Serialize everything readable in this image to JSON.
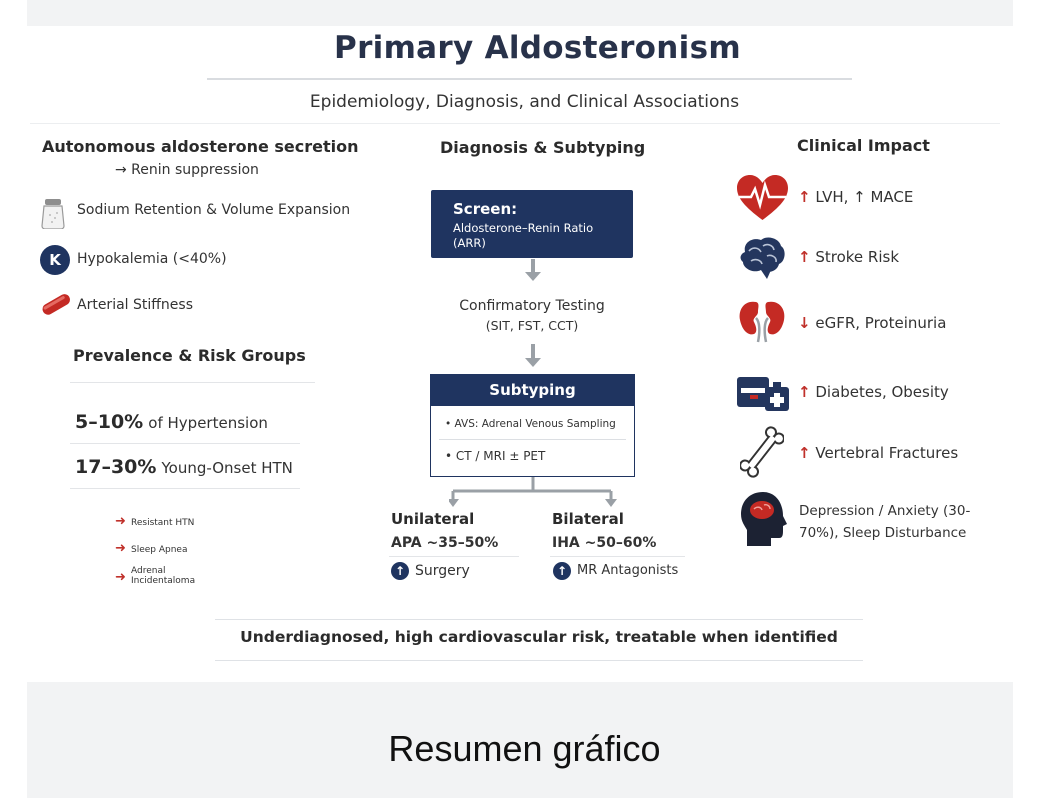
{
  "title": "Primary Aldosteronism",
  "subtitle": "Epidemiology, Diagnosis, and Clinical Associations",
  "left": {
    "heading1": "Autonomous aldosterone secretion",
    "heading1_sub": "→ Renin suppression",
    "items": [
      {
        "icon": "salt-shaker-icon",
        "text": "Sodium Retention & Volume Expansion"
      },
      {
        "icon": "potassium-k-icon",
        "icon_text": "K",
        "text": "Hypokalemia (<40%)"
      },
      {
        "icon": "artery-icon",
        "text": "Arterial Stiffness"
      }
    ],
    "heading2": "Prevalence & Risk Groups",
    "prev1_value": "5–10%",
    "prev1_text": "of Hypertension",
    "prev2_value": "17–30%",
    "prev2_text": "Young-Onset HTN",
    "risk_groups": [
      "Resistant HTN",
      "Sleep Apnea",
      "Adrenal Incidentaloma"
    ]
  },
  "middle": {
    "heading": "Diagnosis & Subtyping",
    "screen_title": "Screen:",
    "screen_text": "Aldosterone–Renin Ratio (ARR)",
    "confirm_title": "Confirmatory Testing",
    "confirm_text": "(SIT, FST, CCT)",
    "subtyping_title": "Subtyping",
    "subtyping_items": [
      "• AVS: Adrenal Venous Sampling",
      "• CT / MRI ± PET"
    ],
    "unilateral_title": "Unilateral",
    "unilateral_value": "APA ~35–50%",
    "unilateral_treatment": "Surgery",
    "bilateral_title": "Bilateral",
    "bilateral_value": "IHA ~50–60%",
    "bilateral_treatment": "MR Antagonists"
  },
  "right": {
    "heading": "Clinical Impact",
    "items": [
      {
        "icon": "heart-icon",
        "arrow": "↑",
        "text": "LVH, ↑ MACE"
      },
      {
        "icon": "brain-icon",
        "arrow": "↑",
        "text": "Stroke Risk"
      },
      {
        "icon": "kidney-icon",
        "arrow": "↓",
        "text": "eGFR, Proteinuria"
      },
      {
        "icon": "medical-kit-icon",
        "arrow": "↑",
        "text": "Diabetes, Obesity"
      },
      {
        "icon": "bone-icon",
        "arrow": "↑",
        "text": "Vertebral Fractures"
      },
      {
        "icon": "head-brain-icon",
        "arrow": "",
        "text": "Depression / Anxiety (30-70%), Sleep Disturbance"
      }
    ]
  },
  "footer_note": "Underdiagnosed, high cardiovascular risk, treatable when identified",
  "caption": "Resumen gráfico",
  "colors": {
    "navy": "#1f3460",
    "red": "#c0312b",
    "arrow_gray": "#9aa0a6"
  }
}
